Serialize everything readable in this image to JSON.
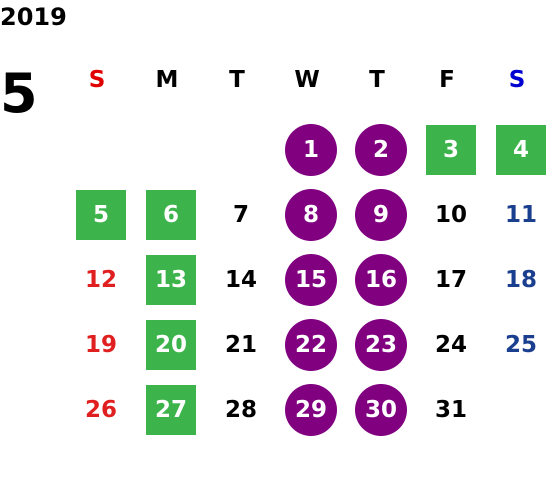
{
  "calendar": {
    "year": "2019",
    "month": "5",
    "weekdays": [
      {
        "label": "S",
        "color": "#e00000"
      },
      {
        "label": "M",
        "color": "#000000"
      },
      {
        "label": "T",
        "color": "#000000"
      },
      {
        "label": "W",
        "color": "#000000"
      },
      {
        "label": "T",
        "color": "#000000"
      },
      {
        "label": "F",
        "color": "#000000"
      },
      {
        "label": "S",
        "color": "#0000d0"
      }
    ],
    "colors": {
      "sunday": "#e02020",
      "saturday": "#1a3f8f",
      "weekday": "#000000",
      "green_mark": "#3cb44b",
      "purple_mark": "#800080"
    },
    "days": [
      {
        "n": "1",
        "mark": "circle"
      },
      {
        "n": "2",
        "mark": "circle"
      },
      {
        "n": "3",
        "mark": "square"
      },
      {
        "n": "4",
        "mark": "square"
      },
      {
        "n": "5",
        "mark": "square"
      },
      {
        "n": "6",
        "mark": "square"
      },
      {
        "n": "7",
        "mark": "none"
      },
      {
        "n": "8",
        "mark": "circle"
      },
      {
        "n": "9",
        "mark": "circle"
      },
      {
        "n": "10",
        "mark": "none"
      },
      {
        "n": "11",
        "mark": "none"
      },
      {
        "n": "12",
        "mark": "none"
      },
      {
        "n": "13",
        "mark": "square"
      },
      {
        "n": "14",
        "mark": "none"
      },
      {
        "n": "15",
        "mark": "circle"
      },
      {
        "n": "16",
        "mark": "circle"
      },
      {
        "n": "17",
        "mark": "none"
      },
      {
        "n": "18",
        "mark": "none"
      },
      {
        "n": "19",
        "mark": "none"
      },
      {
        "n": "20",
        "mark": "square"
      },
      {
        "n": "21",
        "mark": "none"
      },
      {
        "n": "22",
        "mark": "circle"
      },
      {
        "n": "23",
        "mark": "circle"
      },
      {
        "n": "24",
        "mark": "none"
      },
      {
        "n": "25",
        "mark": "none"
      },
      {
        "n": "26",
        "mark": "none"
      },
      {
        "n": "27",
        "mark": "square"
      },
      {
        "n": "28",
        "mark": "none"
      },
      {
        "n": "29",
        "mark": "circle"
      },
      {
        "n": "30",
        "mark": "circle"
      },
      {
        "n": "31",
        "mark": "none"
      }
    ]
  }
}
